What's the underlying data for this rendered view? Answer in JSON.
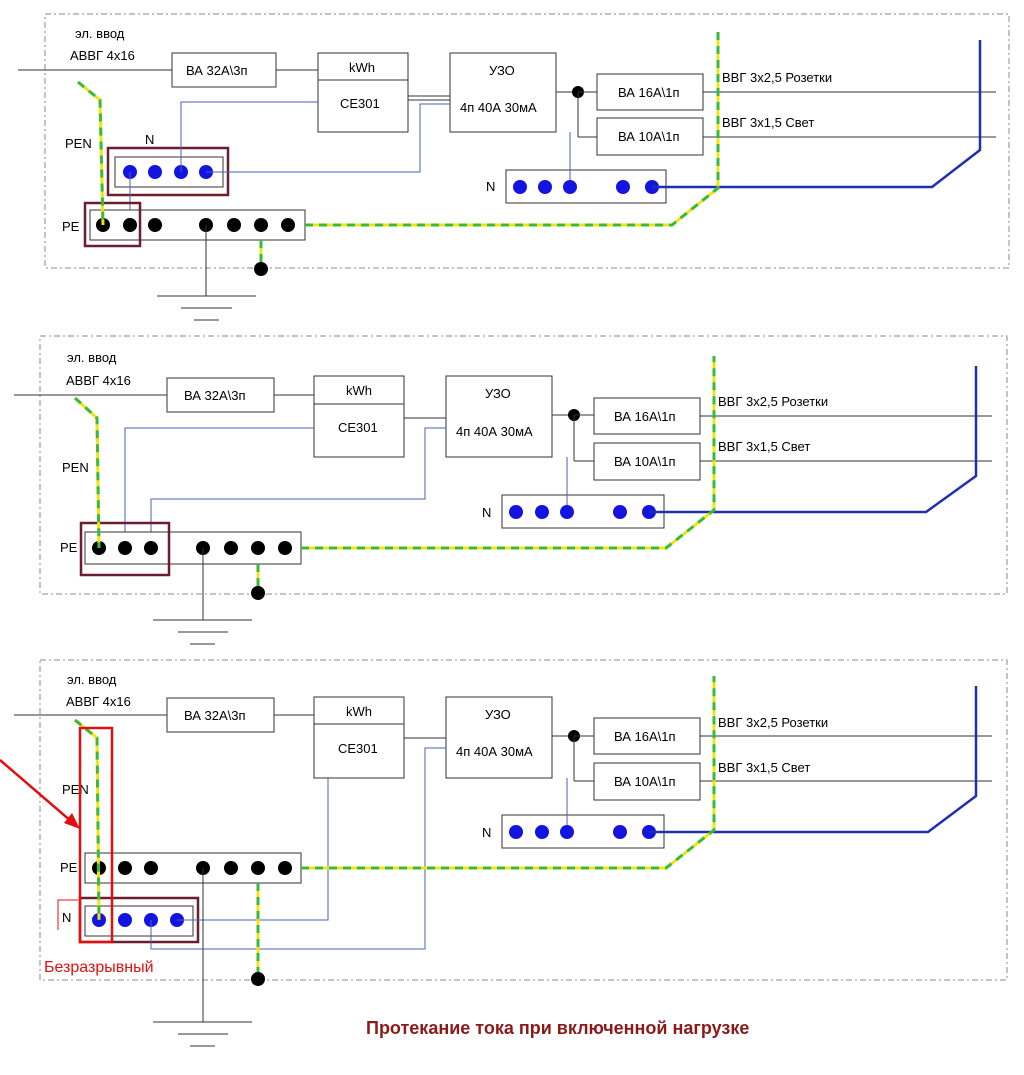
{
  "panels": [
    {
      "input_title": "эл. ввод",
      "input_cable": "АВВГ 4х16",
      "main_breaker": "ВА 32А\\3п",
      "meter_top": "kWh",
      "meter_model": "СЕ301",
      "rcd_title": "УЗО",
      "rcd_spec": "4п 40А 30мА",
      "breaker_1": "ВА 16А\\1п",
      "breaker_2": "ВА 10А\\1п",
      "line_1": "ВВГ 3х2,5 Розетки",
      "line_2": "ВВГ 3х1,5 Свет",
      "pen_label": "PEN",
      "n_label": "N",
      "pe_label": "PE",
      "n_bus_label": "N"
    },
    {
      "input_title": "эл. ввод",
      "input_cable": "АВВГ 4х16",
      "main_breaker": "ВА 32А\\3п",
      "meter_top": "kWh",
      "meter_model": "СЕ301",
      "rcd_title": "УЗО",
      "rcd_spec": "4п 40А 30мА",
      "breaker_1": "ВА 16А\\1п",
      "breaker_2": "ВА 10А\\1п",
      "line_1": "ВВГ 3х2,5 Розетки",
      "line_2": "ВВГ 3х1,5 Свет",
      "pen_label": "PEN",
      "pe_label": "PE",
      "n_bus_label": "N"
    },
    {
      "input_title": "эл. ввод",
      "input_cable": "АВВГ 4х16",
      "main_breaker": "ВА 32А\\3п",
      "meter_top": "kWh",
      "meter_model": "СЕ301",
      "rcd_title": "УЗО",
      "rcd_spec": "4п 40А 30мА",
      "breaker_1": "ВА 16А\\1п",
      "breaker_2": "ВА 10А\\1п",
      "line_1": "ВВГ 3х2,5 Розетки",
      "line_2": "ВВГ 3х1,5 Свет",
      "pen_label": "PEN",
      "pe_label": "PE",
      "n_label": "N",
      "n_bus_label": "N",
      "continuous_label": "Безразрывный"
    }
  ],
  "caption": "Протекание тока при включенной нагрузке",
  "colors": {
    "pe_yellow": "#f2e40d",
    "pe_green": "#3cb83c",
    "n_blue": "#1414e0",
    "bus_blue": "#1f2fb0",
    "highlight_maroon": "#6b1f2e",
    "highlight_red": "#e01010",
    "caption_color": "#8b1a1a"
  }
}
